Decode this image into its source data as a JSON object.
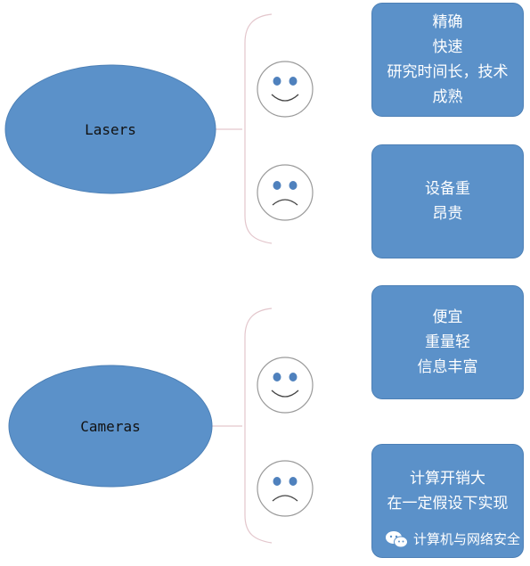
{
  "lasers": {
    "label": "Lasers",
    "pros": [
      "精确",
      "快速",
      "研究时间长，技术",
      "成熟"
    ],
    "cons": [
      "设备重",
      "昂贵"
    ]
  },
  "cameras": {
    "label": "Cameras",
    "pros": [
      "便宜",
      "重量轻",
      "信息丰富"
    ],
    "cons": [
      "计算开销大",
      "在一定假设下实现"
    ]
  },
  "icons": {
    "happy": "happy-face-icon",
    "sad": "sad-face-icon",
    "watermark": "wechat-icon"
  },
  "watermark": {
    "text": "计算机与网络安全"
  },
  "colors": {
    "shape_fill": "#5b91c9",
    "shape_stroke": "#4d80b6",
    "bracket": "#e3c6cc",
    "face_eye": "#4f81bd"
  }
}
